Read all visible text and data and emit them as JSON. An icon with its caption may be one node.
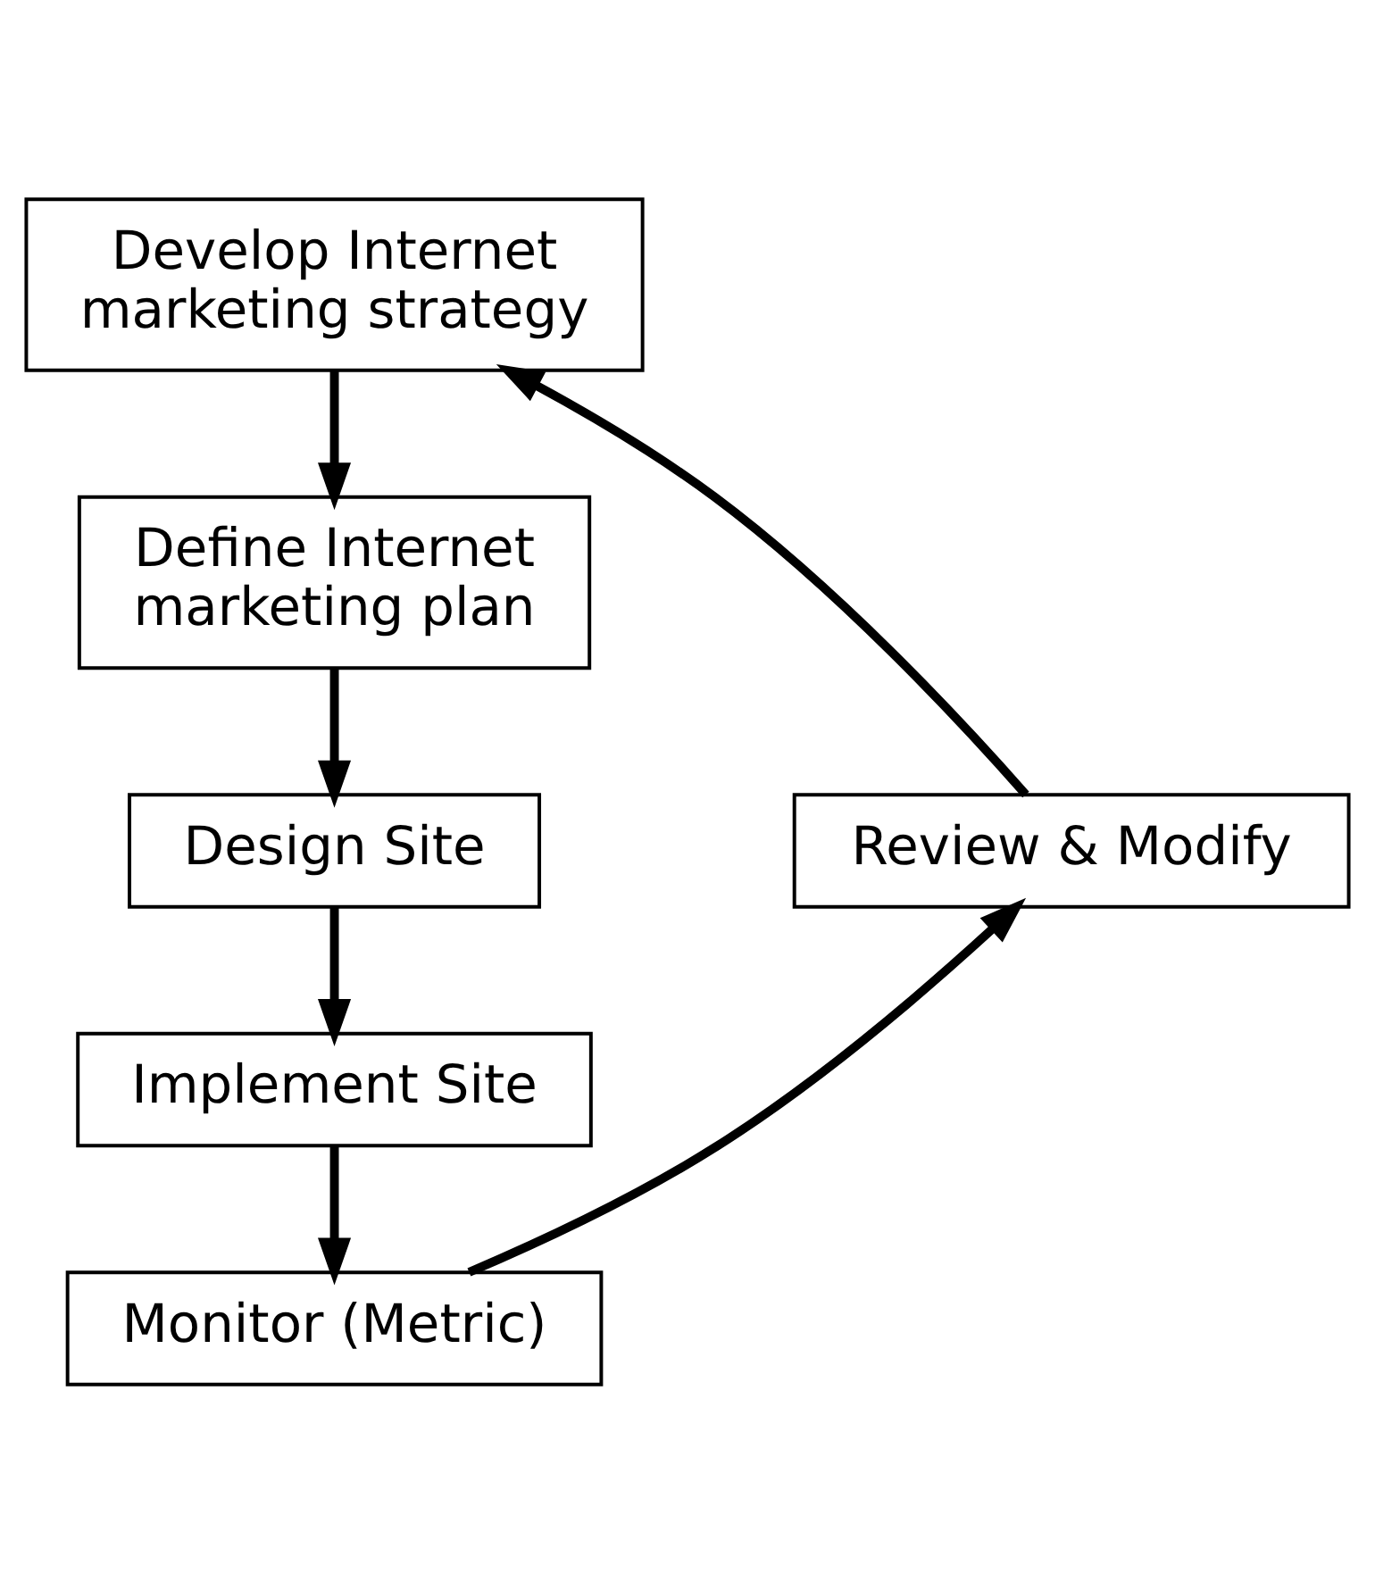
{
  "diagram": {
    "nodes": [
      {
        "text": [
          "Develop Internet marketing strategy"
        ]
      },
      {
        "text": [
          "Define Internet marketing plan"
        ]
      },
      {
        "text": [
          "Design Site"
        ]
      },
      {
        "text": [
          "Implement Site"
        ]
      },
      {
        "text": [
          "Monitor (Metric)"
        ]
      },
      {
        "text": [
          "Review & Modify"
        ]
      }
    ],
    "edges": [
      {
        "from": 0,
        "to": 1,
        "arrow": "to"
      },
      {
        "from": 1,
        "to": 2,
        "arrow": "to"
      },
      {
        "from": 2,
        "to": 3,
        "arrow": "to"
      },
      {
        "from": 3,
        "to": 4,
        "arrow": "to"
      },
      {
        "from": 4,
        "to": 5,
        "arrow": "to"
      },
      {
        "from": 5,
        "to": 0,
        "arrow": "to"
      }
    ]
  }
}
